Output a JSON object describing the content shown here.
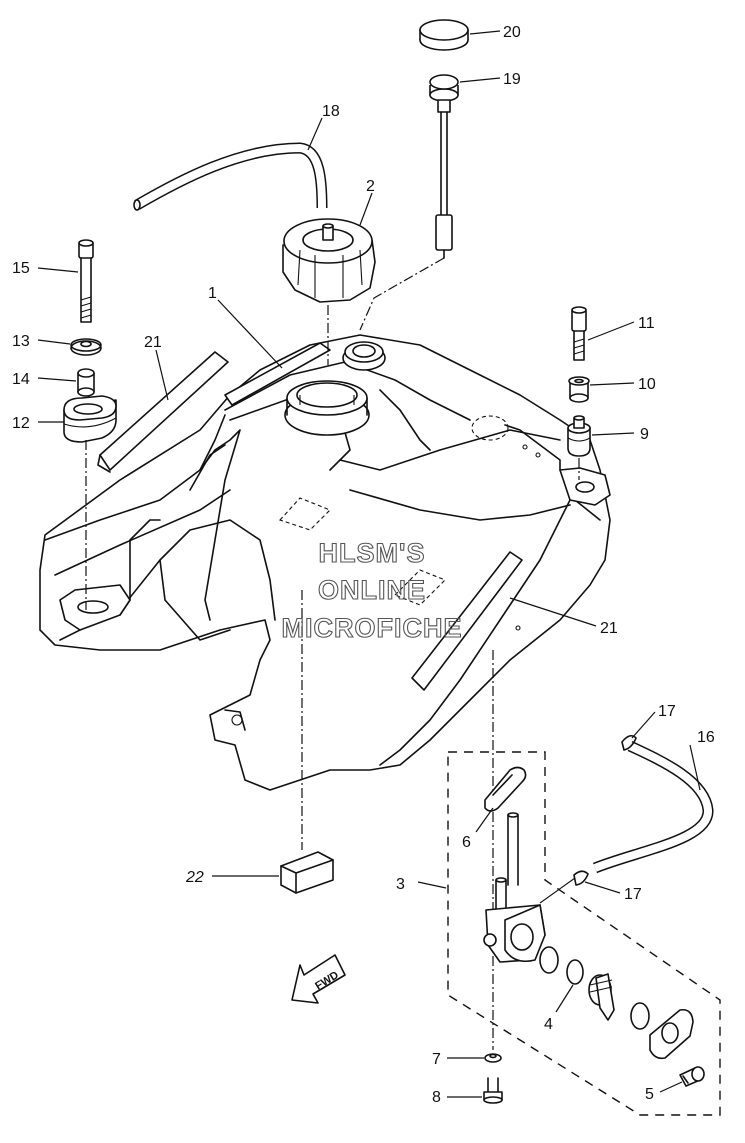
{
  "callouts": {
    "c1": "1",
    "c2": "2",
    "c3": "3",
    "c4": "4",
    "c5": "5",
    "c6": "6",
    "c7": "7",
    "c8": "8",
    "c9": "9",
    "c10": "10",
    "c11": "11",
    "c12": "12",
    "c13": "13",
    "c14": "14",
    "c15": "15",
    "c16": "16",
    "c17a": "17",
    "c17b": "17",
    "c18": "18",
    "c19": "19",
    "c20": "20",
    "c21a": "21",
    "c21b": "21",
    "c22": "22"
  },
  "watermark": {
    "line1": "HLSM'S",
    "line2": "ONLINE",
    "line3": "MICROFICHE"
  },
  "fwd_label": "FWD"
}
